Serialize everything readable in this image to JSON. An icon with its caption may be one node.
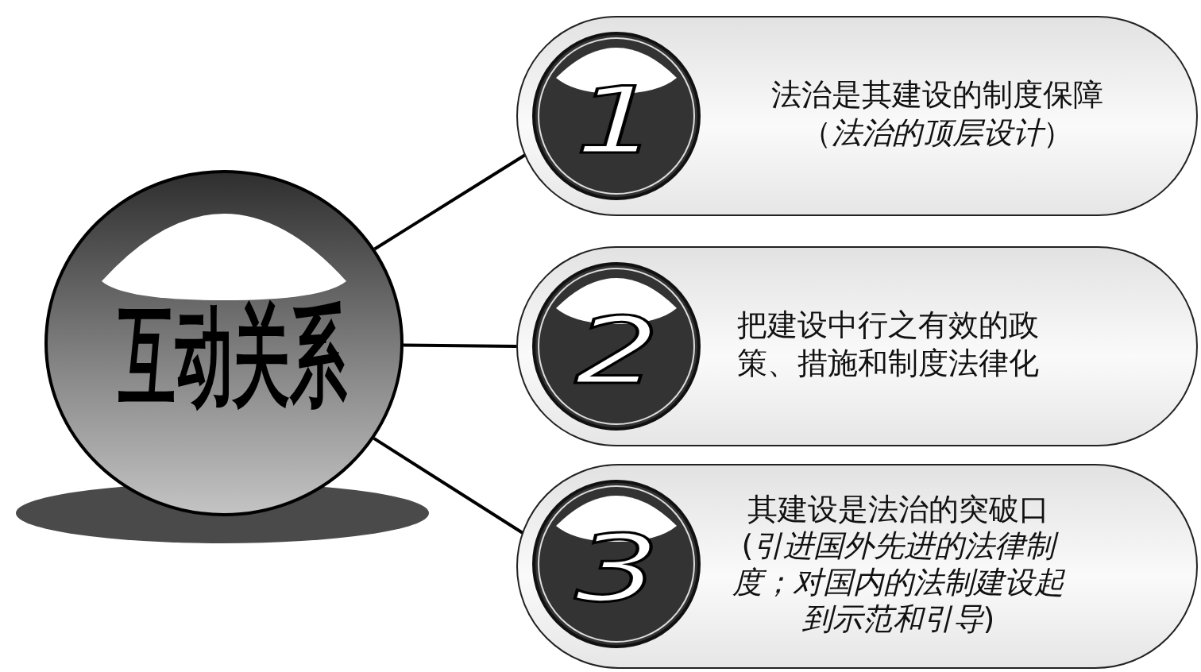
{
  "diagram": {
    "nodes": [
      {
        "text": [
          "互动关系"
        ]
      },
      {
        "text": [
          "法治是其建设的制度保障",
          "（*法治的顶层设计*）"
        ]
      },
      {
        "text": [
          "1"
        ],
        "in": 1
      },
      {
        "text": [
          "把建设中行之有效的政策、措施和制度法律化"
        ]
      },
      {
        "text": [
          "2"
        ],
        "in": 3
      },
      {
        "text": [
          "其建设是法治的突破口",
          "(*引进国外先进的法律制度；对国内的法制建设起到示范和引导*)"
        ]
      },
      {
        "text": [
          "3"
        ],
        "in": 5
      }
    ],
    "edges": [
      {
        "from": 0,
        "to": 1,
        "arrow": "none"
      },
      {
        "from": 0,
        "to": 3,
        "arrow": "none"
      },
      {
        "from": 0,
        "to": 5,
        "arrow": "none"
      }
    ]
  }
}
